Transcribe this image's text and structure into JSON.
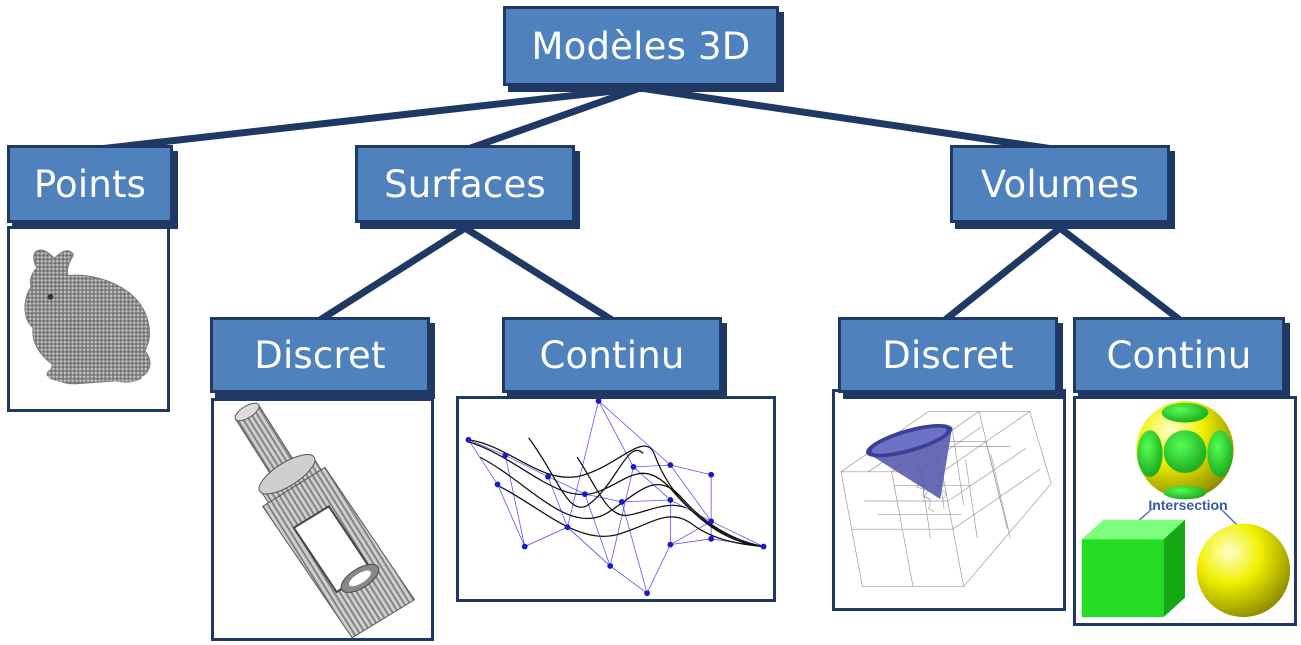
{
  "title": "Modèles 3D",
  "categories": {
    "points": "Points",
    "surfaces": "Surfaces",
    "volumes": "Volumes"
  },
  "surfaces": {
    "discrete": "Discret",
    "continuous": "Continu"
  },
  "volumes": {
    "discrete": "Discret",
    "continuous": "Continu",
    "csg_operation": "Intersection"
  },
  "icons": {
    "points": "point-cloud-bunny-icon",
    "surfaces_discrete": "faceted-mesh-cylinder-icon",
    "surfaces_continuous": "bspline-surface-control-net-icon",
    "volumes_discrete": "octree-voxel-cone-icon",
    "volumes_continuous": "csg-cube-sphere-intersection-icon"
  },
  "colors": {
    "box_fill": "#4f81bd",
    "box_border": "#1f3864",
    "connector": "#1f3864",
    "text": "#ffffff",
    "csg_green": "#22dd22",
    "csg_yellow": "#eeee00",
    "octree_cone": "#5b5fb0",
    "control_net": "#1a1acc"
  }
}
